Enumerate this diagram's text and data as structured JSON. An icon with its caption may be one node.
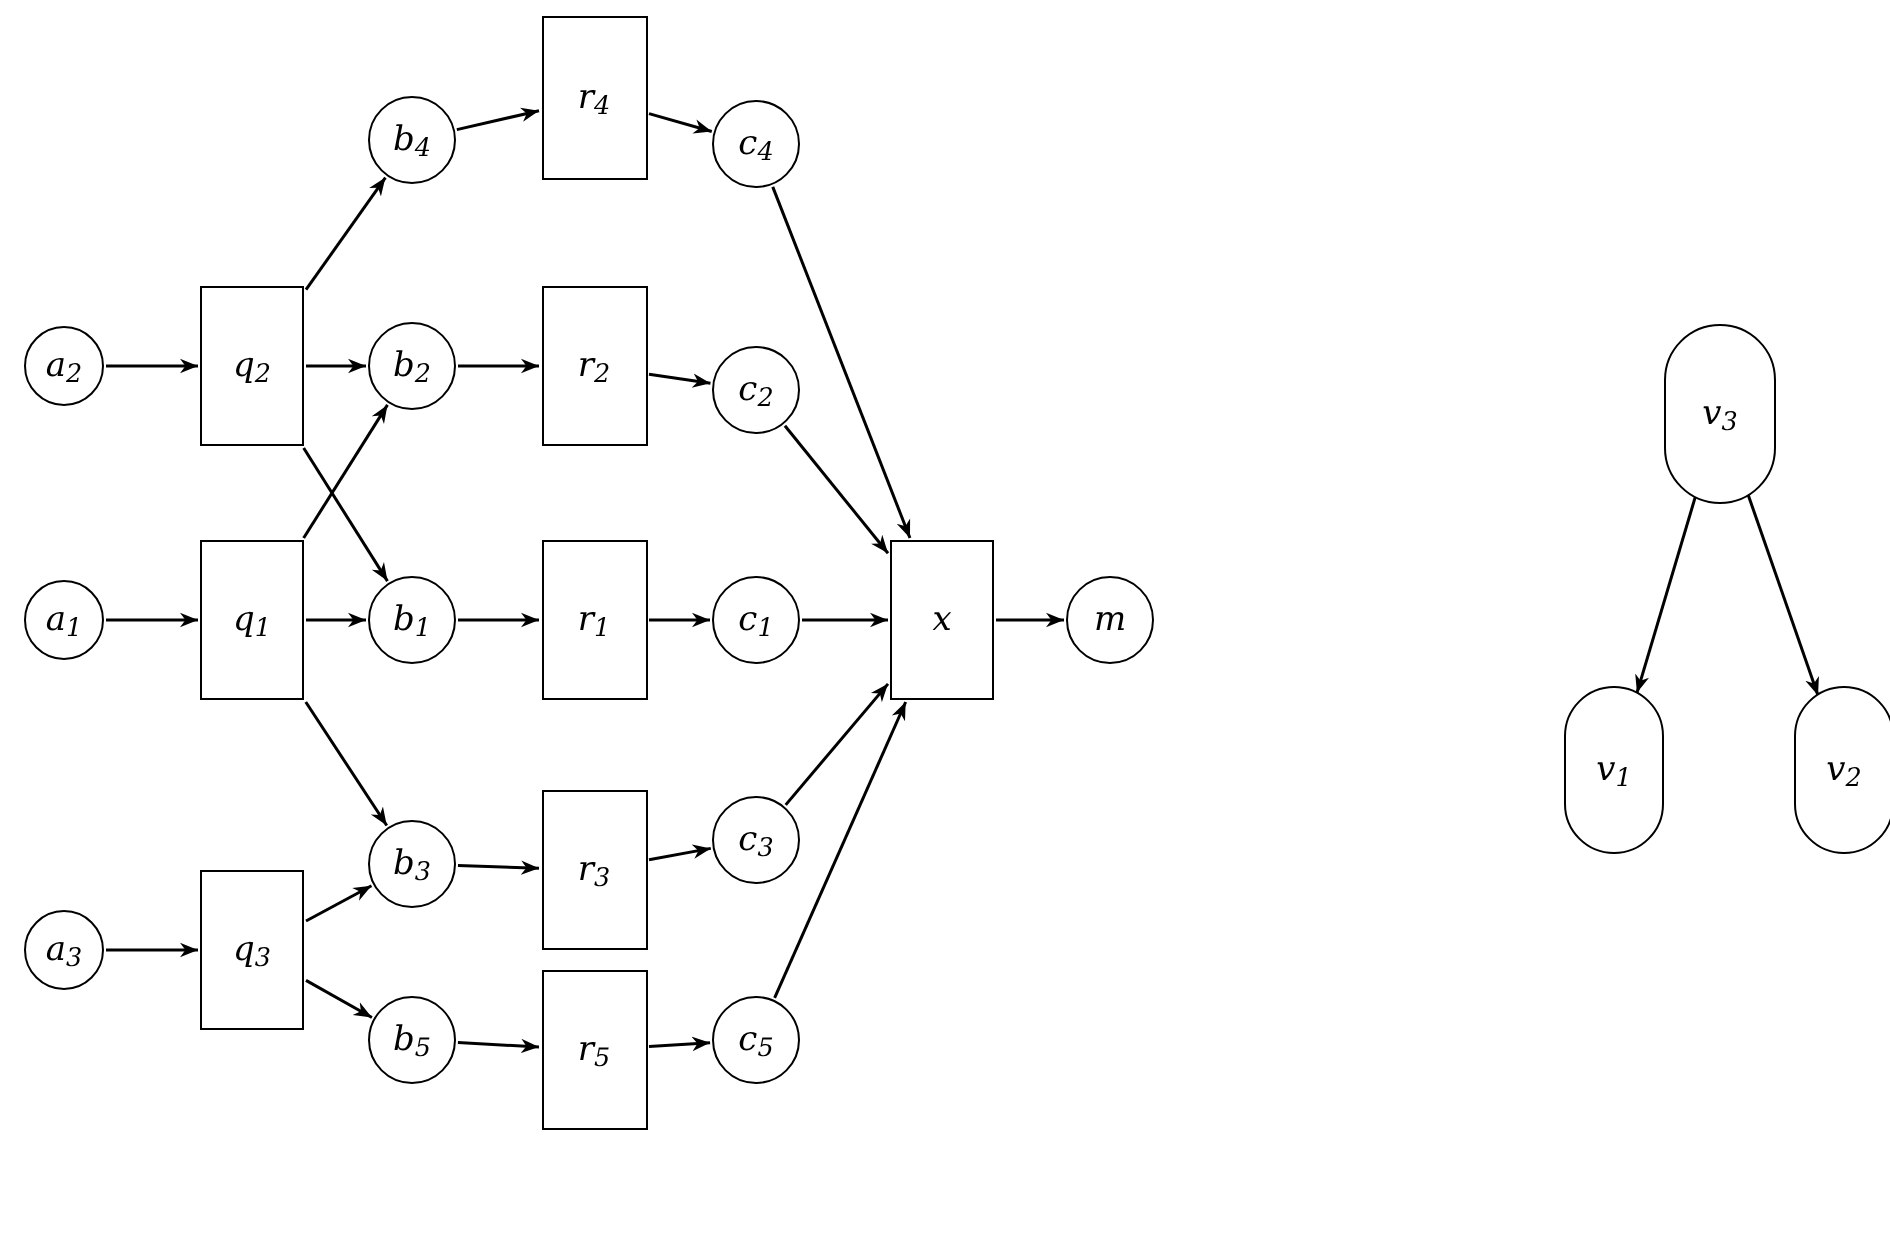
{
  "diagram": {
    "nodes": [
      {
        "text": [
          "a$_{2}$"
        ]
      },
      {
        "text": [
          "a$_{1}$"
        ]
      },
      {
        "text": [
          "a$_{3}$"
        ]
      },
      {
        "text": [
          "q$_{2}$"
        ]
      },
      {
        "text": [
          "q$_{1}$"
        ]
      },
      {
        "text": [
          "q$_{3}$"
        ]
      },
      {
        "text": [
          "b$_{4}$"
        ]
      },
      {
        "text": [
          "b$_{2}$"
        ]
      },
      {
        "text": [
          "b$_{1}$"
        ]
      },
      {
        "text": [
          "b$_{3}$"
        ]
      },
      {
        "text": [
          "b$_{5}$"
        ]
      },
      {
        "text": [
          "r$_{4}$"
        ]
      },
      {
        "text": [
          "r$_{2}$"
        ]
      },
      {
        "text": [
          "r$_{1}$"
        ]
      },
      {
        "text": [
          "r$_{3}$"
        ]
      },
      {
        "text": [
          "r$_{5}$"
        ]
      },
      {
        "text": [
          "c$_{4}$"
        ]
      },
      {
        "text": [
          "c$_{2}$"
        ]
      },
      {
        "text": [
          "c$_{1}$"
        ]
      },
      {
        "text": [
          "c$_{3}$"
        ]
      },
      {
        "text": [
          "c$_{5}$"
        ]
      },
      {
        "text": [
          "x"
        ]
      },
      {
        "text": [
          "m"
        ]
      },
      {
        "text": [
          "v$_{3}$"
        ]
      },
      {
        "text": [
          "v$_{1}$"
        ]
      },
      {
        "text": [
          "v$_{2}$"
        ]
      }
    ],
    "edges": [
      {
        "from": 0,
        "to": 3,
        "arrow": "to"
      },
      {
        "from": 1,
        "to": 4,
        "arrow": "to"
      },
      {
        "from": 2,
        "to": 5,
        "arrow": "to"
      },
      {
        "from": 3,
        "to": 6,
        "arrow": "to"
      },
      {
        "from": 3,
        "to": 7,
        "arrow": "to"
      },
      {
        "from": 3,
        "to": 8,
        "arrow": "to"
      },
      {
        "from": 4,
        "to": 7,
        "arrow": "to"
      },
      {
        "from": 4,
        "to": 8,
        "arrow": "to"
      },
      {
        "from": 4,
        "to": 9,
        "arrow": "to"
      },
      {
        "from": 5,
        "to": 9,
        "arrow": "to"
      },
      {
        "from": 5,
        "to": 10,
        "arrow": "to"
      },
      {
        "from": 6,
        "to": 11,
        "arrow": "to"
      },
      {
        "from": 7,
        "to": 12,
        "arrow": "to"
      },
      {
        "from": 8,
        "to": 13,
        "arrow": "to"
      },
      {
        "from": 9,
        "to": 14,
        "arrow": "to"
      },
      {
        "from": 10,
        "to": 15,
        "arrow": "to"
      },
      {
        "from": 11,
        "to": 16,
        "arrow": "to"
      },
      {
        "from": 12,
        "to": 17,
        "arrow": "to"
      },
      {
        "from": 13,
        "to": 18,
        "arrow": "to"
      },
      {
        "from": 14,
        "to": 19,
        "arrow": "to"
      },
      {
        "from": 15,
        "to": 20,
        "arrow": "to"
      },
      {
        "from": 16,
        "to": 21,
        "arrow": "to"
      },
      {
        "from": 17,
        "to": 21,
        "arrow": "to"
      },
      {
        "from": 18,
        "to": 21,
        "arrow": "to"
      },
      {
        "from": 19,
        "to": 21,
        "arrow": "to"
      },
      {
        "from": 20,
        "to": 21,
        "arrow": "to"
      },
      {
        "from": 21,
        "to": 22,
        "arrow": "to"
      },
      {
        "from": 23,
        "to": 24,
        "arrow": "to"
      },
      {
        "from": 23,
        "to": 25,
        "arrow": "to"
      }
    ]
  }
}
